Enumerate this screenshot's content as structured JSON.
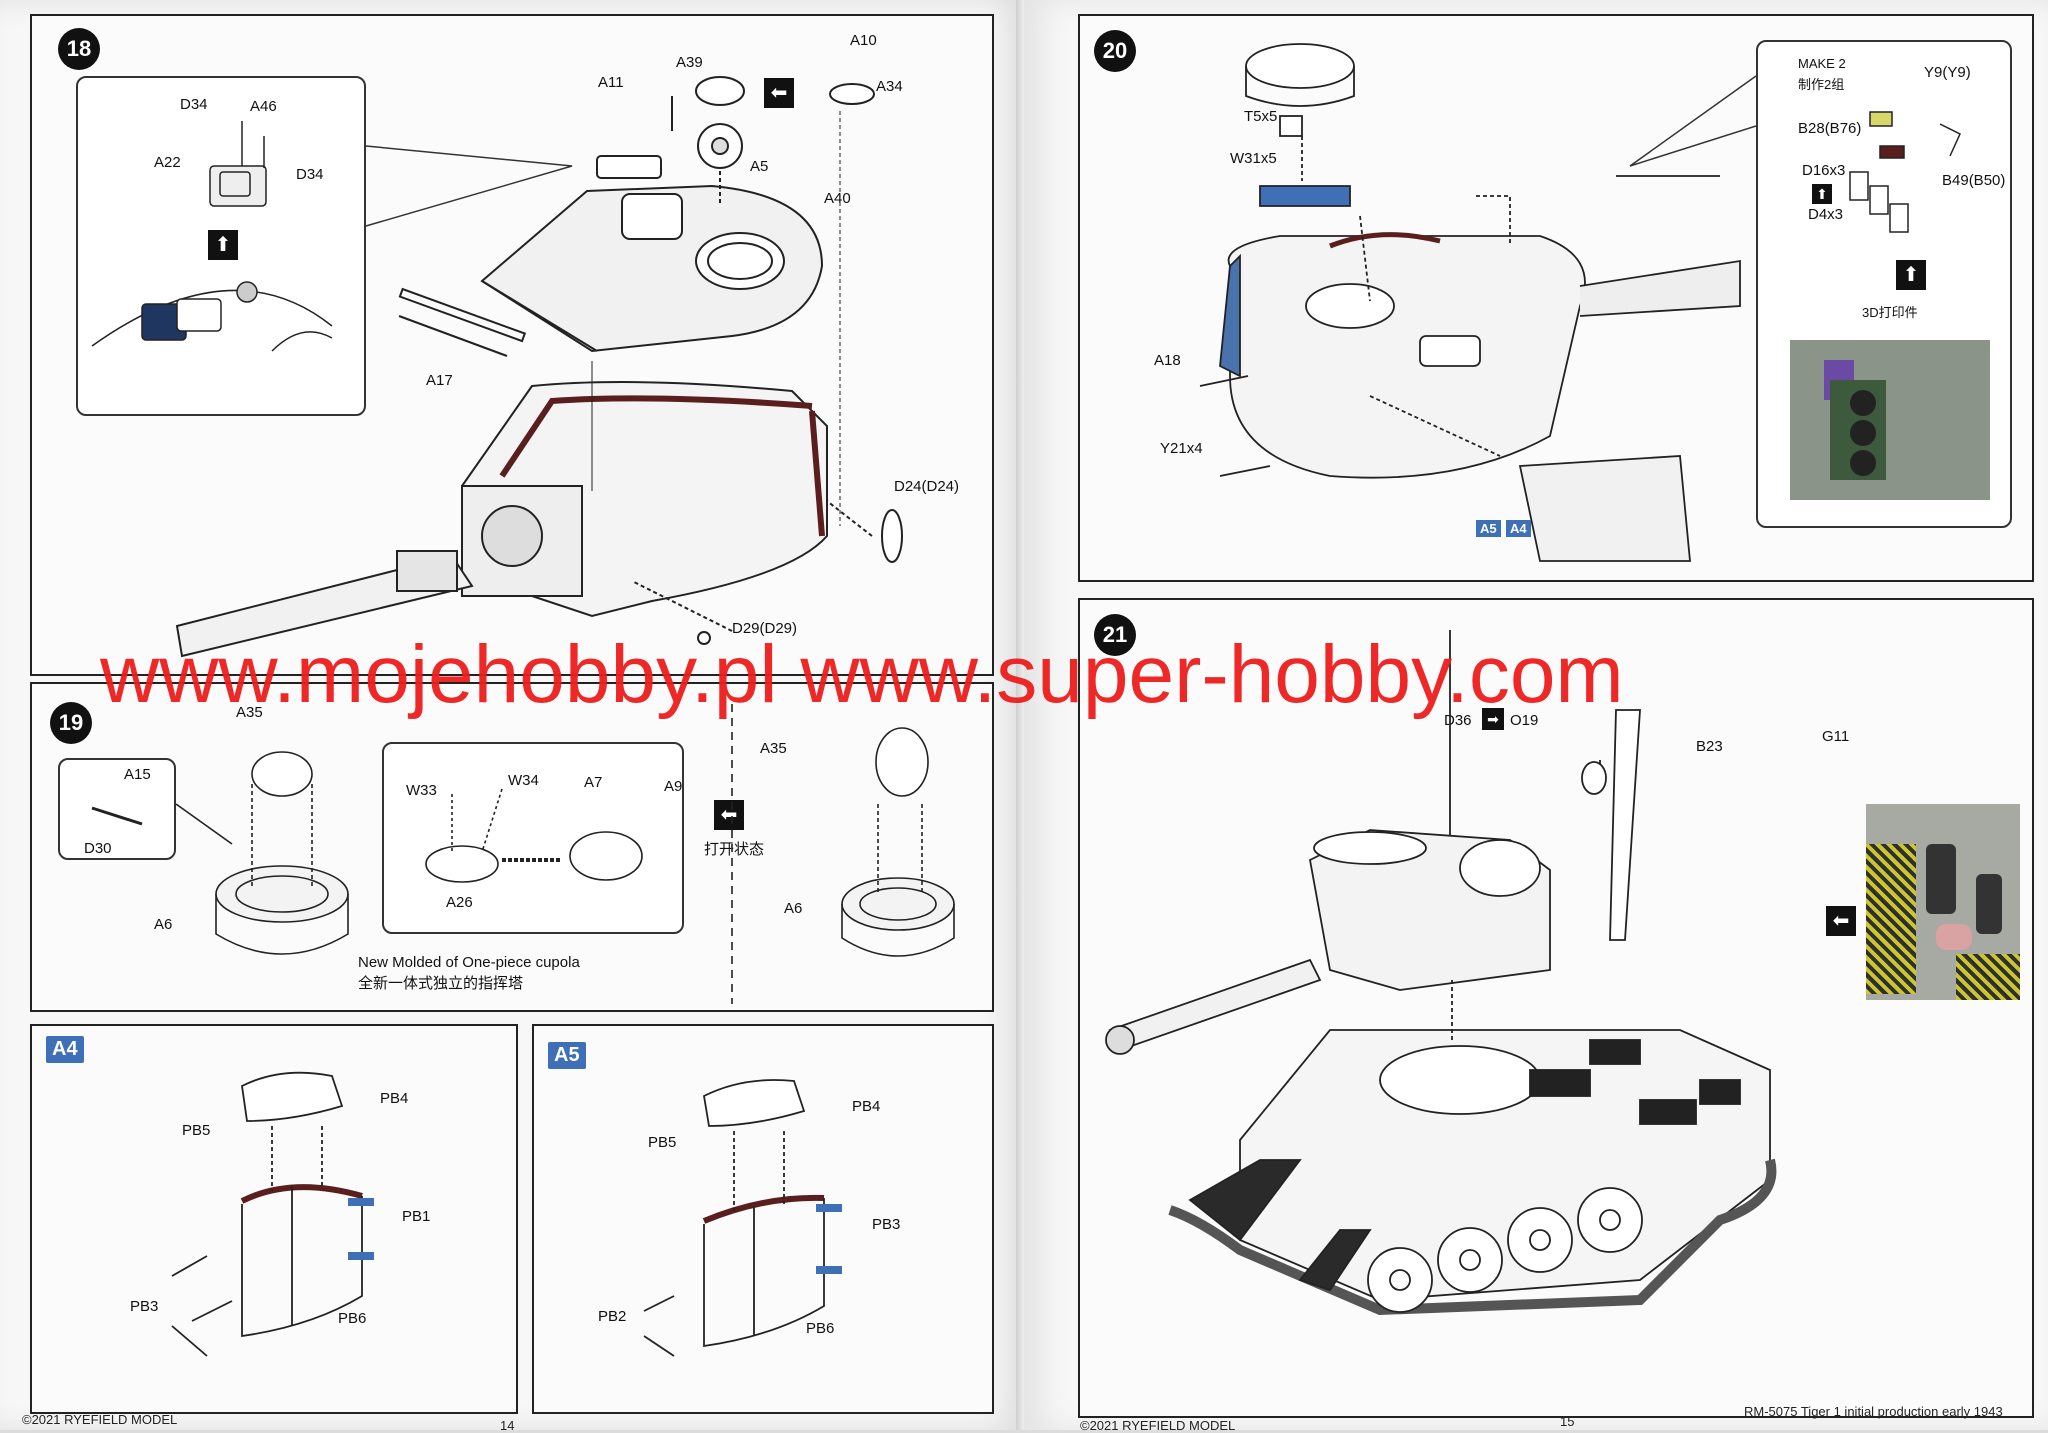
{
  "left_page": {
    "footer_copyright": "©2021 RYEFIELD MODEL",
    "page_number": "14"
  },
  "right_page": {
    "footer_copyright": "©2021 RYEFIELD MODEL",
    "page_number": "15",
    "product_info": "RM-5075  Tiger 1 initial production early 1943"
  },
  "step18": {
    "number": "18",
    "labels": {
      "d34a": "D34",
      "a46": "A46",
      "a22": "A22",
      "d34b": "D34",
      "a11": "A11",
      "a39": "A39",
      "a10": "A10",
      "a34": "A34",
      "a5": "A5",
      "a40": "A40",
      "a17": "A17",
      "d24": "D24(D24)",
      "d29": "D29(D29)"
    }
  },
  "step19": {
    "number": "19",
    "labels": {
      "a35a": "A35",
      "a15": "A15",
      "d30": "D30",
      "a6a": "A6",
      "w33": "W33",
      "w34": "W34",
      "a7": "A7",
      "a9": "A9",
      "a26": "A26",
      "a35b": "A35",
      "a6b": "A6",
      "open_state": "打开状态",
      "note_en": "New Molded of One-piece cupola",
      "note_cn": "全新一体式独立的指挥塔"
    }
  },
  "panelA4": {
    "tag": "A4",
    "labels": {
      "pb5": "PB5",
      "pb4": "PB4",
      "pb1": "PB1",
      "pb3": "PB3",
      "pb6": "PB6"
    }
  },
  "panelA5": {
    "tag": "A5",
    "labels": {
      "pb5": "PB5",
      "pb4": "PB4",
      "pb3": "PB3",
      "pb2": "PB2",
      "pb6": "PB6"
    }
  },
  "step20": {
    "number": "20",
    "labels": {
      "t5x5": "T5x5",
      "w31x5": "W31x5",
      "a18": "A18",
      "y21x4": "Y21x4",
      "make2": "MAKE 2",
      "make2_cn": "制作2组",
      "y9": "Y9(Y9)",
      "b28": "B28(B76)",
      "d16x3": "D16x3",
      "d4x3": "D4x3",
      "b49": "B49(B50)",
      "print3d": "3D打印件",
      "a5": "A5",
      "a4": "A4"
    }
  },
  "step21": {
    "number": "21",
    "labels": {
      "d36": "D36",
      "o19": "O19",
      "b23": "B23",
      "g11": "G11"
    }
  },
  "watermark": "www.mojehobby.pl www.super-hobby.com"
}
